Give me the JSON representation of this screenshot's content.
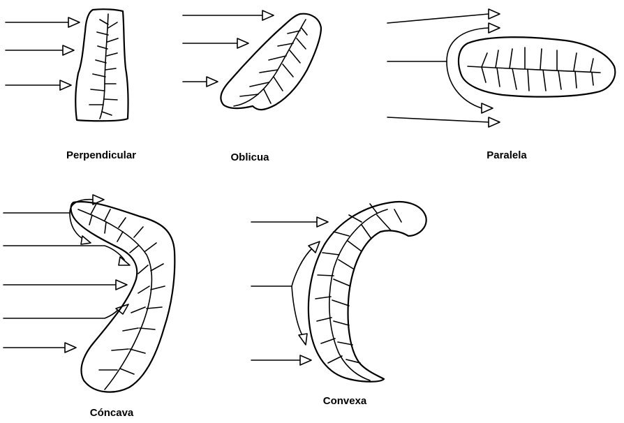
{
  "captions": {
    "perpendicular": "Perpendicular",
    "oblicua": "Oblicua",
    "paralela": "Paralela",
    "concava": "Cóncava",
    "convexa": "Convexa"
  },
  "colors": {
    "ink": "#000000",
    "background": "#ffffff"
  },
  "panels": [
    "perpendicular-panel",
    "oblicua-panel",
    "paralela-panel",
    "concava-panel",
    "convexa-panel"
  ]
}
